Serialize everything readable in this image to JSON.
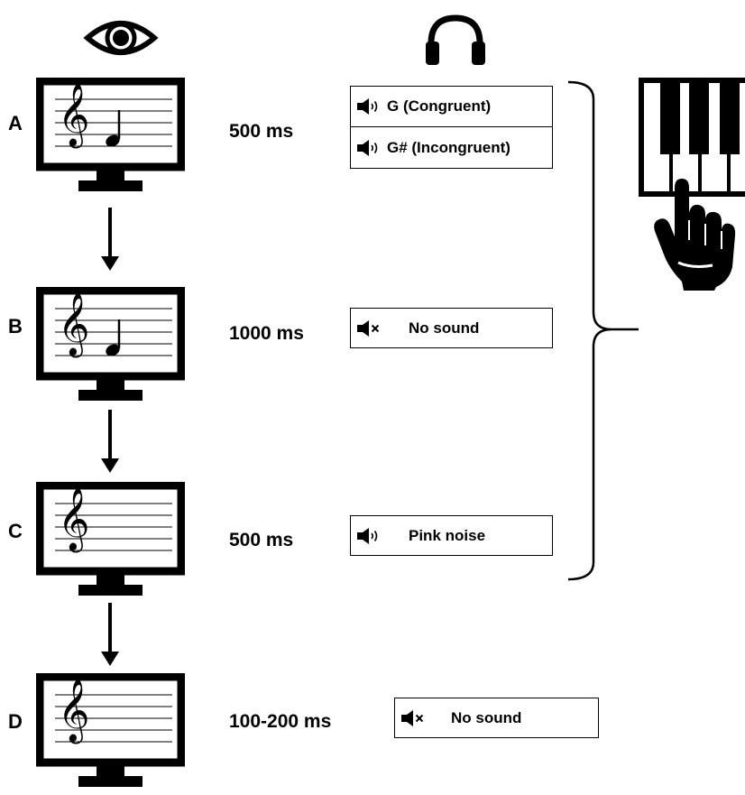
{
  "stages": [
    {
      "label": "A",
      "duration": "500 ms",
      "sounds": [
        "G (Congruent)",
        "G# (Incongruent)"
      ],
      "note": true
    },
    {
      "label": "B",
      "duration": "1000 ms",
      "sounds": [
        "No sound"
      ],
      "note": true
    },
    {
      "label": "C",
      "duration": "500 ms",
      "sounds": [
        "Pink noise"
      ],
      "note": false
    },
    {
      "label": "D",
      "duration": "100-200 ms",
      "sounds": [
        "No sound"
      ],
      "note": false
    }
  ],
  "icons": {
    "vision": "eye-icon",
    "audio": "headphones-icon",
    "response": "piano-keyboard-hand-icon",
    "sound_on": "speaker-on-icon",
    "sound_off": "speaker-muted-icon"
  },
  "colors": {
    "ink": "#000000",
    "background": "#ffffff"
  }
}
